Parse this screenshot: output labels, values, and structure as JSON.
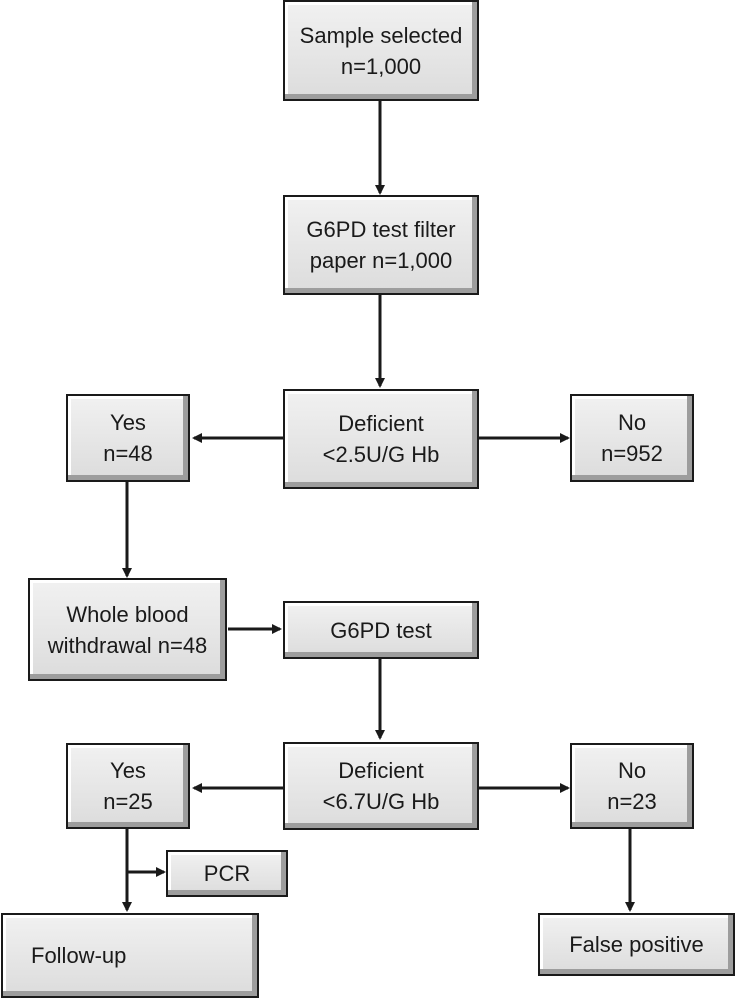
{
  "flowchart": {
    "sample": {
      "line1": "Sample selected",
      "line2": "n=1,000"
    },
    "filter_test": {
      "line1": "G6PD test filter",
      "line2": "paper n=1,000"
    },
    "deficient_1": {
      "line1": "Deficient",
      "line2": "<2.5U/G Hb"
    },
    "yes_1": {
      "line1": "Yes",
      "line2": "n=48"
    },
    "no_1": {
      "line1": "No",
      "line2": "n=952"
    },
    "whole_blood": {
      "line1": "Whole blood",
      "line2": "withdrawal n=48"
    },
    "g6pd_test": {
      "line1": "G6PD test"
    },
    "deficient_2": {
      "line1": "Deficient",
      "line2": "<6.7U/G Hb"
    },
    "yes_2": {
      "line1": "Yes",
      "line2": "n=25"
    },
    "no_2": {
      "line1": "No",
      "line2": "n=23"
    },
    "pcr": {
      "line1": "PCR"
    },
    "follow_up": {
      "line1": "Follow-up"
    },
    "false_positive": {
      "line1": "False positive"
    }
  }
}
